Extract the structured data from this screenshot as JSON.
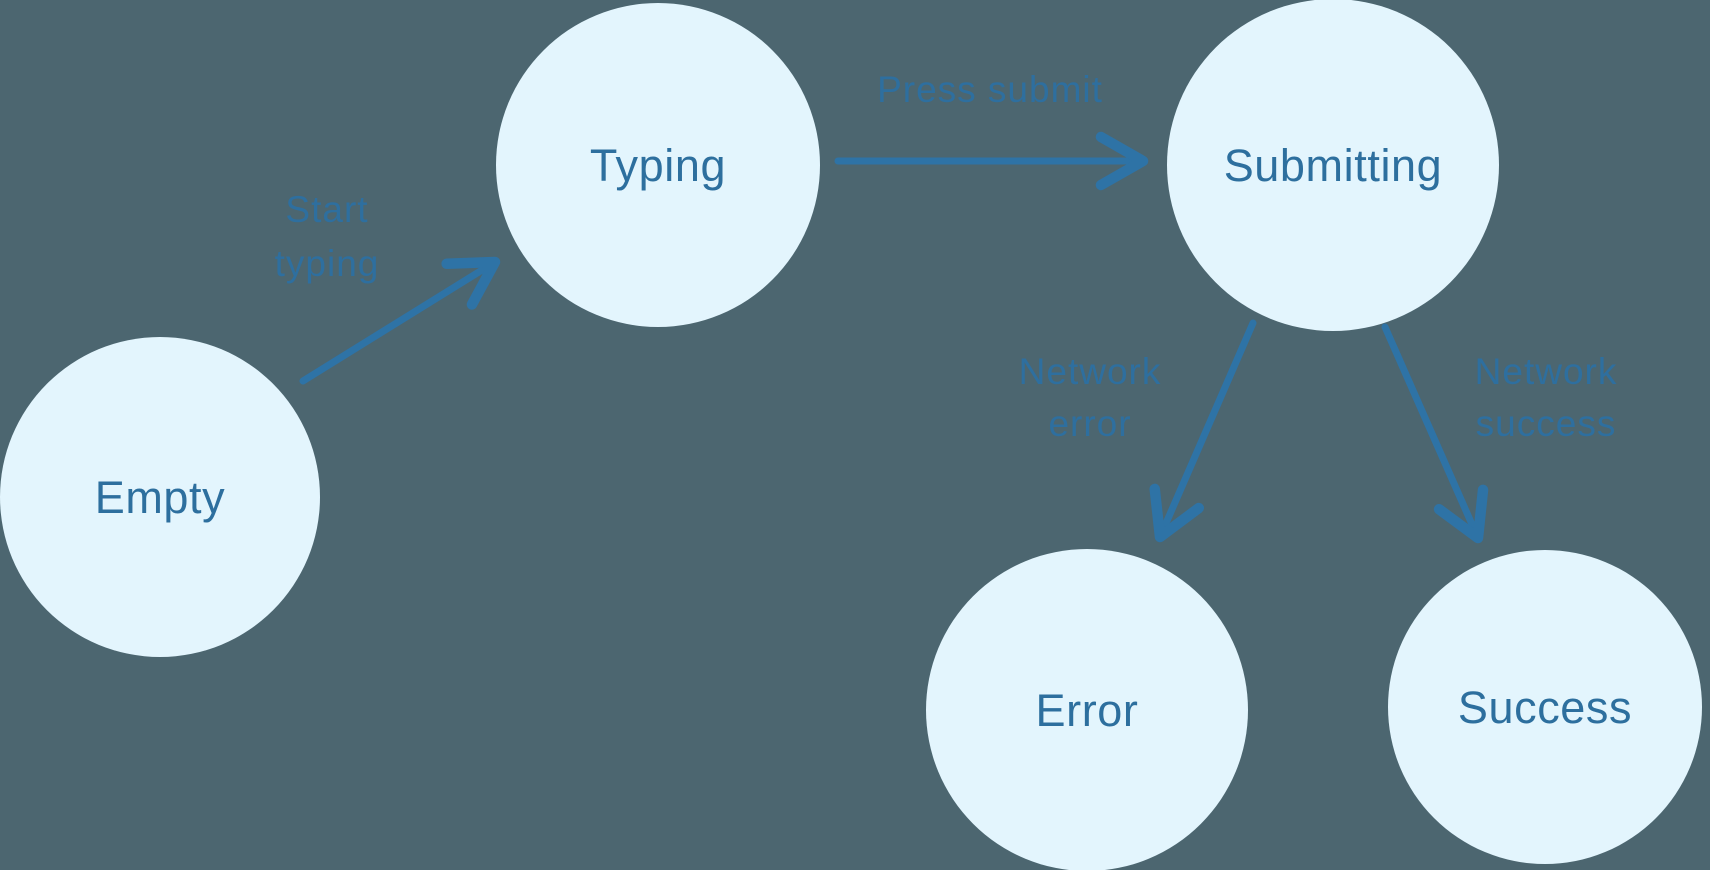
{
  "diagram": {
    "kind": "state-machine",
    "colors": {
      "background": "#4c6670",
      "node_fill": "#e3f5fd",
      "node_text": "#2d6f9e",
      "edge_stroke": "#2e73a6",
      "edge_label_text": "#2e6f9f"
    },
    "nodes": [
      {
        "id": "empty",
        "label": "Empty"
      },
      {
        "id": "typing",
        "label": "Typing"
      },
      {
        "id": "submitting",
        "label": "Submitting"
      },
      {
        "id": "error",
        "label": "Error"
      },
      {
        "id": "success",
        "label": "Success"
      }
    ],
    "edges": [
      {
        "from": "empty",
        "to": "typing",
        "label": "Start typing",
        "label_lines": [
          "Start",
          "typing"
        ]
      },
      {
        "from": "typing",
        "to": "submitting",
        "label": "Press submit",
        "label_lines": [
          "Press submit"
        ]
      },
      {
        "from": "submitting",
        "to": "error",
        "label": "Network error",
        "label_lines": [
          "Network",
          "error"
        ]
      },
      {
        "from": "submitting",
        "to": "success",
        "label": "Network success",
        "label_lines": [
          "Network",
          "success"
        ]
      }
    ]
  }
}
